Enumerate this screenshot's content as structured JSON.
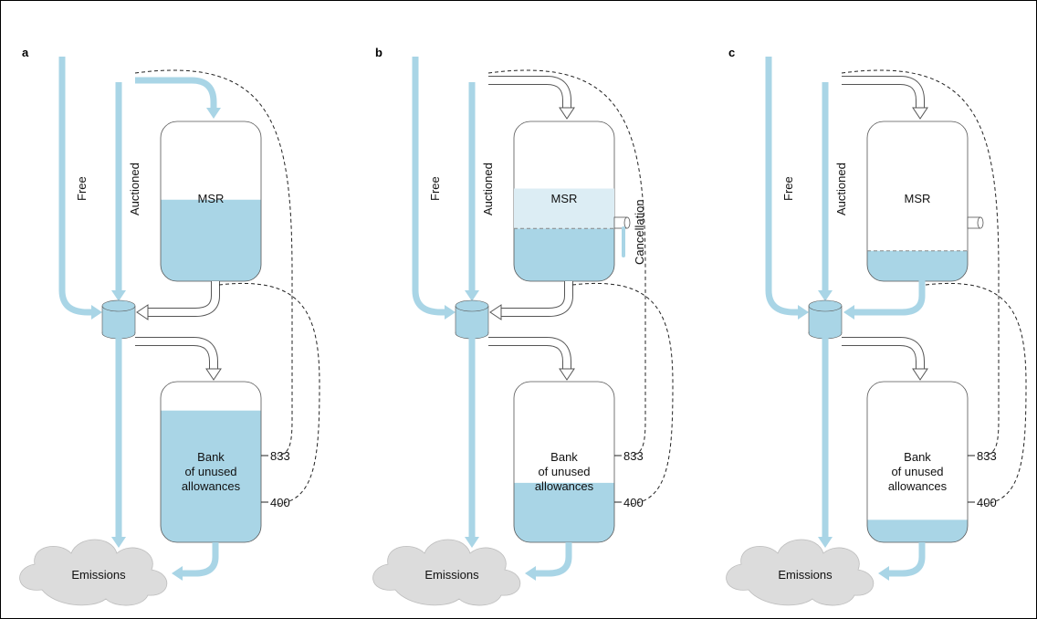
{
  "colors": {
    "pipe": "#a9d5e6",
    "fill": "#a9d5e6",
    "cancel_fill": "#dcedf4",
    "outline": "#555555",
    "dashed": "#222222",
    "cloud": "#dcdcdc"
  },
  "labels": {
    "free": "Free",
    "auctioned": "Auctioned",
    "msr": "MSR",
    "bank_line1": "Bank",
    "bank_line2": "of unused",
    "bank_line3": "allowances",
    "emissions": "Emissions",
    "threshold_high": "833",
    "threshold_low": "400",
    "cancellation": "Cancellation"
  },
  "panels": [
    {
      "letter": "a",
      "msr_fill": 0.51,
      "bank_fill": 0.82,
      "cancellation": false,
      "msr_to_bank_flow": false
    },
    {
      "letter": "b",
      "msr_fill": 0.33,
      "bank_fill": 0.37,
      "cancellation": true,
      "cancel_level": 0.58,
      "msr_to_bank_flow": false
    },
    {
      "letter": "c",
      "msr_fill": 0.19,
      "bank_fill": 0.14,
      "cancellation": true,
      "cancel_level": 0.33,
      "msr_to_bank_flow": true
    }
  ]
}
